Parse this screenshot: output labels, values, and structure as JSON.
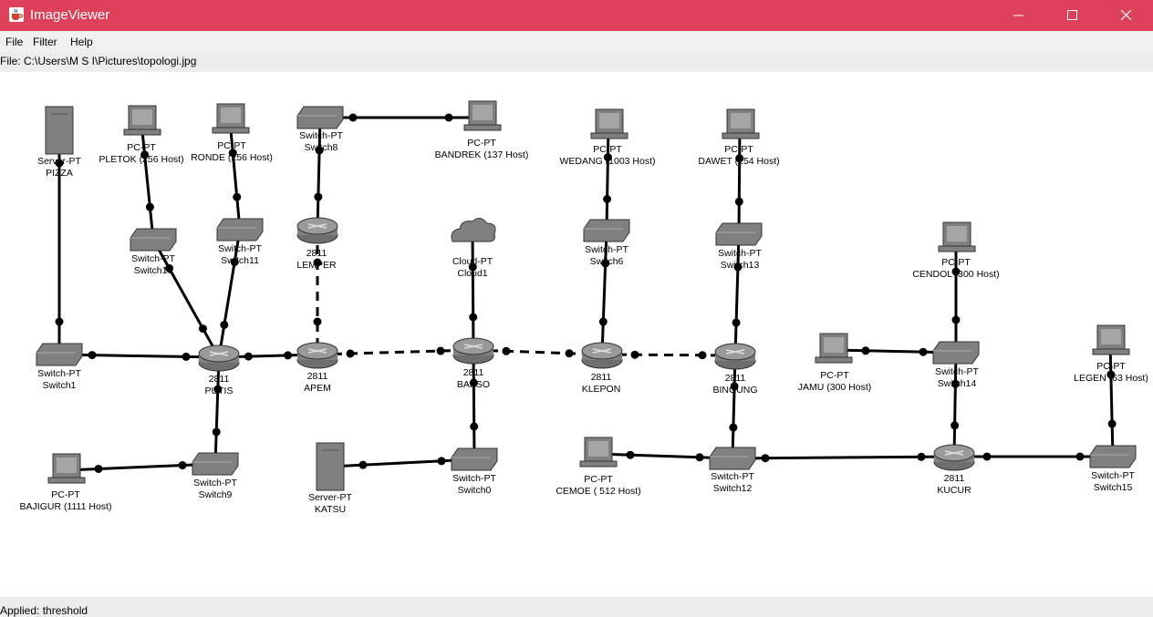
{
  "window": {
    "title": "ImageViewer",
    "minimize_icon": "minimize-icon",
    "maximize_icon": "maximize-icon",
    "close_icon": "close-icon"
  },
  "menu": {
    "file": "File",
    "filter": "Filter",
    "help": "Help"
  },
  "file_path": "File: C:\\Users\\M S I\\Pictures\\topologi.jpg",
  "status": "Applied: threshold",
  "topology": {
    "devices": [
      {
        "id": "pizza",
        "type": "server",
        "l1": "Server-PT",
        "l2": "PIZZA"
      },
      {
        "id": "pletok",
        "type": "pc",
        "l1": "PC-PT",
        "l2": "PLETOK (256 Host)"
      },
      {
        "id": "ronde",
        "type": "pc",
        "l1": "PC-PT",
        "l2": "RONDE (256 Host)"
      },
      {
        "id": "switch8",
        "type": "switch",
        "l1": "Switch-PT",
        "l2": "Switch8"
      },
      {
        "id": "bandrek",
        "type": "pc",
        "l1": "PC-PT",
        "l2": "BANDREK (137 Host)"
      },
      {
        "id": "wedang",
        "type": "pc",
        "l1": "PC-PT",
        "l2": "WEDANG (1003 Host)"
      },
      {
        "id": "dawet",
        "type": "pc",
        "l1": "PC-PT",
        "l2": "DAWET (254 Host)"
      },
      {
        "id": "switch10",
        "type": "switch",
        "l1": "Switch-PT",
        "l2": "Switch10"
      },
      {
        "id": "switch11",
        "type": "switch",
        "l1": "Switch-PT",
        "l2": "Switch11"
      },
      {
        "id": "lemper",
        "type": "router",
        "l1": "2811",
        "l2": "LEMPER"
      },
      {
        "id": "cloud1",
        "type": "cloud",
        "l1": "Cloud-PT",
        "l2": "Cloud1"
      },
      {
        "id": "switch6",
        "type": "switch",
        "l1": "Switch-PT",
        "l2": "Switch6"
      },
      {
        "id": "switch13",
        "type": "switch",
        "l1": "Switch-PT",
        "l2": "Switch13"
      },
      {
        "id": "cendol",
        "type": "pc",
        "l1": "PC-PT",
        "l2": "CENDOL (300 Host)"
      },
      {
        "id": "switch1",
        "type": "switch",
        "l1": "Switch-PT",
        "l2": "Switch1"
      },
      {
        "id": "putis",
        "type": "router",
        "l1": "2811",
        "l2": "PUTIS"
      },
      {
        "id": "apem",
        "type": "router",
        "l1": "2811",
        "l2": "APEM"
      },
      {
        "id": "bakso",
        "type": "router",
        "l1": "2811",
        "l2": "BAKSO"
      },
      {
        "id": "klepon",
        "type": "router",
        "l1": "2811",
        "l2": "KLEPON"
      },
      {
        "id": "bingung",
        "type": "router",
        "l1": "2811",
        "l2": "BINGUNG"
      },
      {
        "id": "jamu",
        "type": "pc",
        "l1": "PC-PT",
        "l2": "JAMU (300 Host)"
      },
      {
        "id": "switch14",
        "type": "switch",
        "l1": "Switch-PT",
        "l2": "Switch14"
      },
      {
        "id": "legen",
        "type": "pc",
        "l1": "PC-PT",
        "l2": "LEGEN (63 Host)"
      },
      {
        "id": "bajigur",
        "type": "pc",
        "l1": "PC-PT",
        "l2": "BAJIGUR (1111 Host)"
      },
      {
        "id": "switch9",
        "type": "switch",
        "l1": "Switch-PT",
        "l2": "Switch9"
      },
      {
        "id": "katsu",
        "type": "server",
        "l1": "Server-PT",
        "l2": "KATSU"
      },
      {
        "id": "switch0",
        "type": "switch",
        "l1": "Switch-PT",
        "l2": "Switch0"
      },
      {
        "id": "cemoe",
        "type": "pc",
        "l1": "PC-PT",
        "l2": "CEMOE ( 512 Host)"
      },
      {
        "id": "switch12",
        "type": "switch",
        "l1": "Switch-PT",
        "l2": "Switch12"
      },
      {
        "id": "kucur",
        "type": "router",
        "l1": "2811",
        "l2": "KUCUR"
      },
      {
        "id": "switch15",
        "type": "switch",
        "l1": "Switch-PT",
        "l2": "Switch15"
      }
    ],
    "links": [
      {
        "a": "pizza",
        "b": "switch1",
        "style": "solid"
      },
      {
        "a": "pletok",
        "b": "switch10",
        "style": "solid"
      },
      {
        "a": "ronde",
        "b": "switch11",
        "style": "solid"
      },
      {
        "a": "switch10",
        "b": "putis",
        "style": "solid"
      },
      {
        "a": "switch11",
        "b": "putis",
        "style": "solid"
      },
      {
        "a": "switch1",
        "b": "putis",
        "style": "solid"
      },
      {
        "a": "putis",
        "b": "apem",
        "style": "solid"
      },
      {
        "a": "putis",
        "b": "switch9",
        "style": "solid"
      },
      {
        "a": "bajigur",
        "b": "switch9",
        "style": "solid"
      },
      {
        "a": "switch8",
        "b": "bandrek",
        "style": "solid"
      },
      {
        "a": "switch8",
        "b": "lemper",
        "style": "solid"
      },
      {
        "a": "lemper",
        "b": "apem",
        "style": "dashed"
      },
      {
        "a": "apem",
        "b": "bakso",
        "style": "dashed"
      },
      {
        "a": "cloud1",
        "b": "bakso",
        "style": "solid"
      },
      {
        "a": "bakso",
        "b": "klepon",
        "style": "dashed"
      },
      {
        "a": "bakso",
        "b": "switch0",
        "style": "solid"
      },
      {
        "a": "katsu",
        "b": "switch0",
        "style": "solid"
      },
      {
        "a": "wedang",
        "b": "switch6",
        "style": "solid"
      },
      {
        "a": "switch6",
        "b": "klepon",
        "style": "solid"
      },
      {
        "a": "klepon",
        "b": "bingung",
        "style": "dashed"
      },
      {
        "a": "dawet",
        "b": "switch13",
        "style": "solid"
      },
      {
        "a": "switch13",
        "b": "bingung",
        "style": "solid"
      },
      {
        "a": "bingung",
        "b": "switch12",
        "style": "solid"
      },
      {
        "a": "cemoe",
        "b": "switch12",
        "style": "solid"
      },
      {
        "a": "switch12",
        "b": "kucur",
        "style": "solid"
      },
      {
        "a": "jamu",
        "b": "switch14",
        "style": "solid"
      },
      {
        "a": "cendol",
        "b": "switch14",
        "style": "solid"
      },
      {
        "a": "switch14",
        "b": "kucur",
        "style": "solid"
      },
      {
        "a": "kucur",
        "b": "switch15",
        "style": "solid"
      },
      {
        "a": "legen",
        "b": "switch15",
        "style": "solid"
      }
    ]
  },
  "colors": {
    "titlebar": "#dd415a",
    "device": "#808080",
    "link": "#000000"
  }
}
